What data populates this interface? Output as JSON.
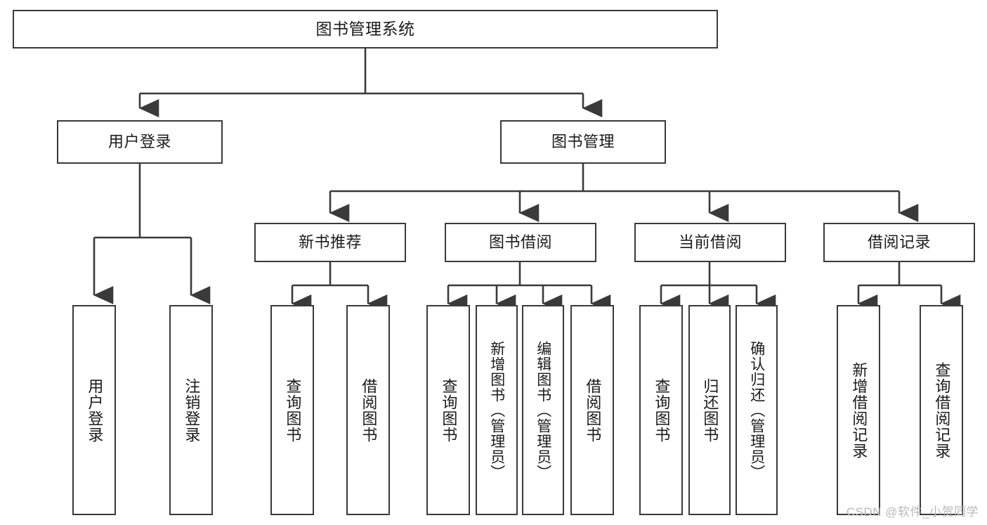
{
  "diagram": {
    "type": "tree-hierarchy",
    "title": "图书管理系统",
    "root": {
      "label": "图书管理系统"
    },
    "level2": [
      {
        "label": "用户登录"
      },
      {
        "label": "图书管理"
      }
    ],
    "level3": [
      {
        "label": "新书推荐"
      },
      {
        "label": "图书借阅"
      },
      {
        "label": "当前借阅"
      },
      {
        "label": "借阅记录"
      }
    ],
    "leaves": {
      "user_login": [
        {
          "label": "用户登录"
        },
        {
          "label": "注销登录"
        }
      ],
      "new_book_recommend": [
        {
          "label": "查询图书"
        },
        {
          "label": "借阅图书"
        }
      ],
      "book_borrow": [
        {
          "label": "查询图书"
        },
        {
          "label": "新增图书（管理员）"
        },
        {
          "label": "编辑图书（管理员）"
        },
        {
          "label": "借阅图书"
        }
      ],
      "current_borrow": [
        {
          "label": "查询图书"
        },
        {
          "label": "归还图书"
        },
        {
          "label": "确认归还（管理员）"
        }
      ],
      "borrow_record": [
        {
          "label": "新增借阅记录"
        },
        {
          "label": "查询借阅记录"
        }
      ]
    }
  },
  "watermark": {
    "text": "CSDN @软件_小贺同学"
  },
  "colors": {
    "box_border": "#3a3a3a",
    "box_fill": "#ffffff",
    "line": "#3a3a3a",
    "text": "#1b1b1b",
    "watermark": "#b9b9b9"
  }
}
